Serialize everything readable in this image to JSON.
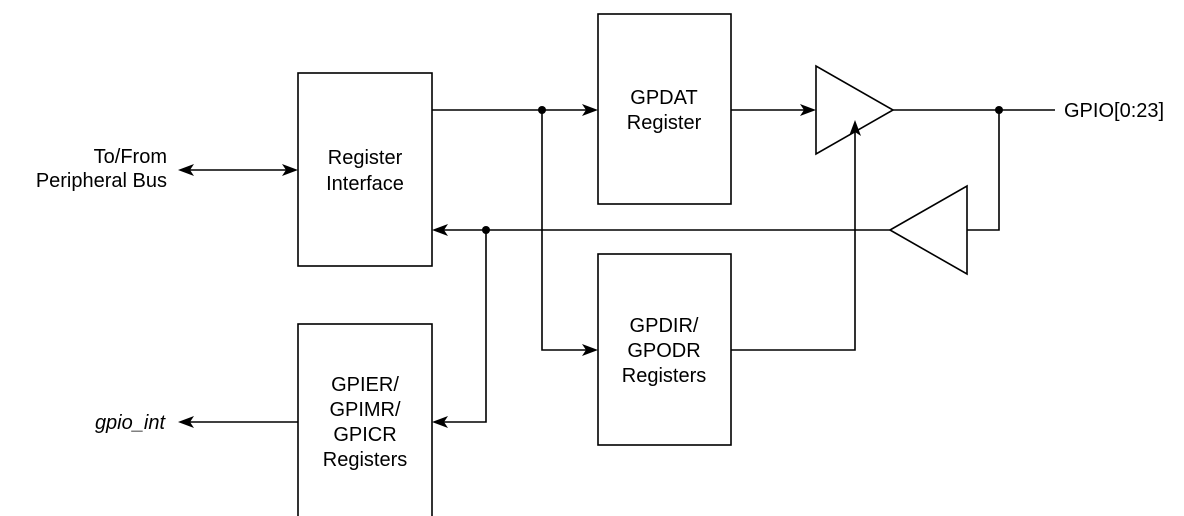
{
  "blocks": {
    "register_interface": {
      "line1": "Register",
      "line2": "Interface"
    },
    "gpdat": {
      "line1": "GPDAT",
      "line2": "Register"
    },
    "gpdir": {
      "line1": "GPDIR/",
      "line2": "GPODR",
      "line3": "Registers"
    },
    "gpier": {
      "line1": "GPIER/",
      "line2": "GPIMR/",
      "line3": "GPICR",
      "line4": "Registers"
    }
  },
  "signals": {
    "bus_line1": "To/From",
    "bus_line2": "Peripheral Bus",
    "gpio": "GPIO[0:23]",
    "interrupt": "gpio_int"
  }
}
